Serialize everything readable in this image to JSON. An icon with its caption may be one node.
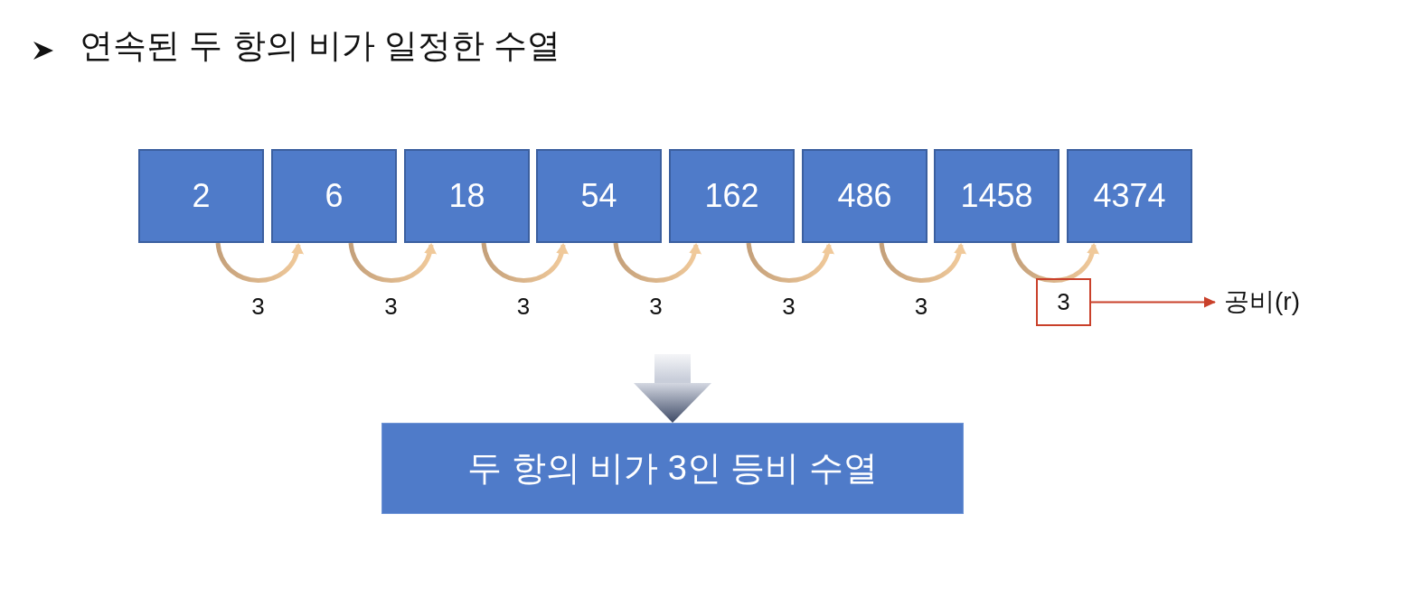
{
  "diagram": {
    "title": "연속된 두 항의 비가 일정한 수열",
    "nodes": [
      {
        "text": [
          "2"
        ]
      },
      {
        "text": [
          "6"
        ]
      },
      {
        "text": [
          "18"
        ]
      },
      {
        "text": [
          "54"
        ]
      },
      {
        "text": [
          "162"
        ]
      },
      {
        "text": [
          "486"
        ]
      },
      {
        "text": [
          "1458"
        ]
      },
      {
        "text": [
          "4374"
        ]
      },
      {
        "text": [
          "3"
        ]
      },
      {
        "text": [
          "공비(r)"
        ]
      },
      {
        "text": [
          "두 항의 비가 3인 등비 수열"
        ]
      }
    ],
    "edges": [
      {
        "from": 0,
        "to": 1,
        "arrow": "to",
        "label": "3"
      },
      {
        "from": 1,
        "to": 2,
        "arrow": "to",
        "label": "3"
      },
      {
        "from": 2,
        "to": 3,
        "arrow": "to",
        "label": "3"
      },
      {
        "from": 3,
        "to": 4,
        "arrow": "to",
        "label": "3"
      },
      {
        "from": 4,
        "to": 5,
        "arrow": "to",
        "label": "3"
      },
      {
        "from": 5,
        "to": 6,
        "arrow": "to",
        "label": "3"
      },
      {
        "from": 6,
        "to": 7,
        "arrow": "to"
      },
      {
        "from": 8,
        "to": 9,
        "arrow": "to",
        "color": "#c9402a"
      },
      {
        "from": null,
        "to": 10,
        "arrow": "to",
        "style": "thick"
      }
    ]
  }
}
